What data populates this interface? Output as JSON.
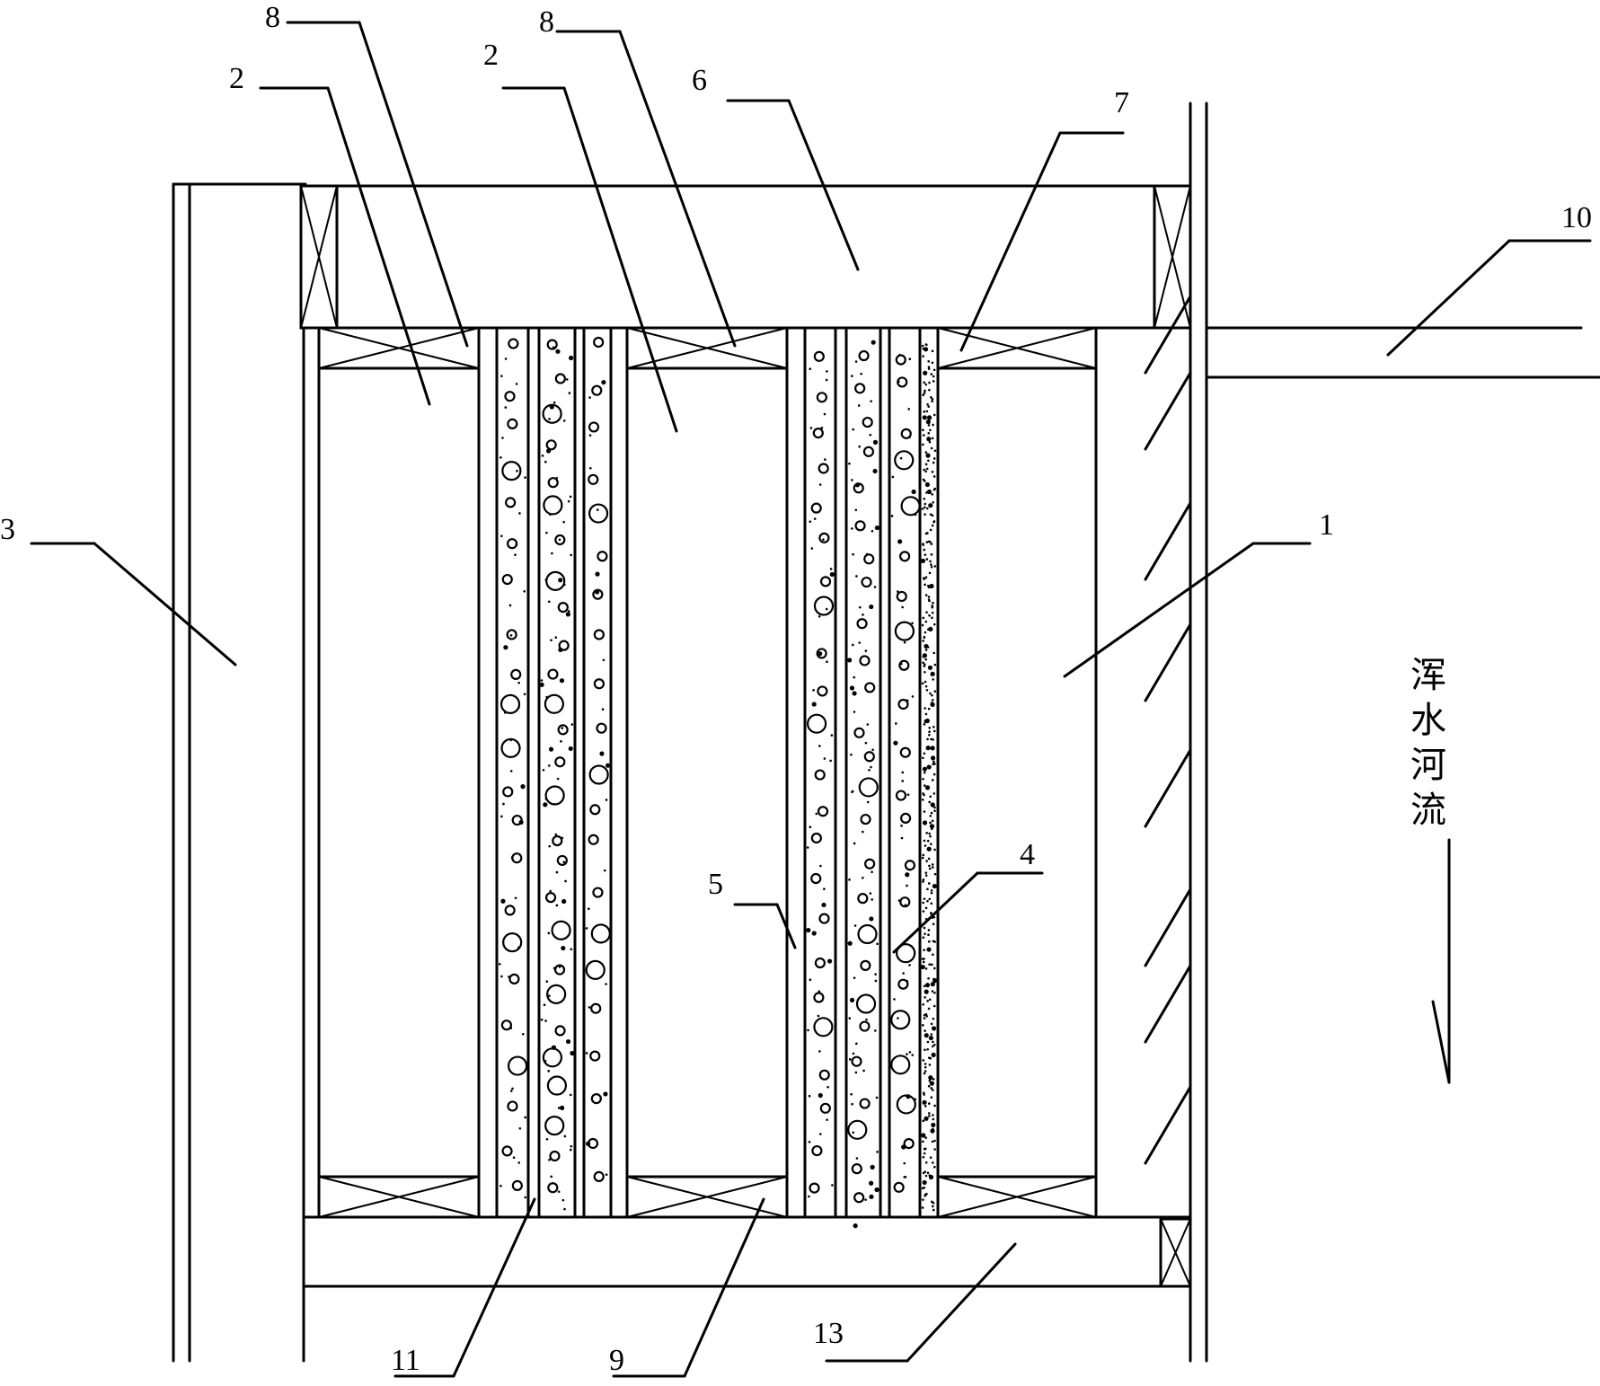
{
  "diagram": {
    "labels": {
      "l1": "1",
      "l2a": "2",
      "l2b": "2",
      "l3": "3",
      "l4": "4",
      "l5": "5",
      "l6": "6",
      "l7": "7",
      "l8a": "8",
      "l8b": "8",
      "l9": "9",
      "l10": "10",
      "l11": "11",
      "l13": "13"
    },
    "river_text": [
      "浑",
      "水",
      "河",
      "流"
    ]
  }
}
